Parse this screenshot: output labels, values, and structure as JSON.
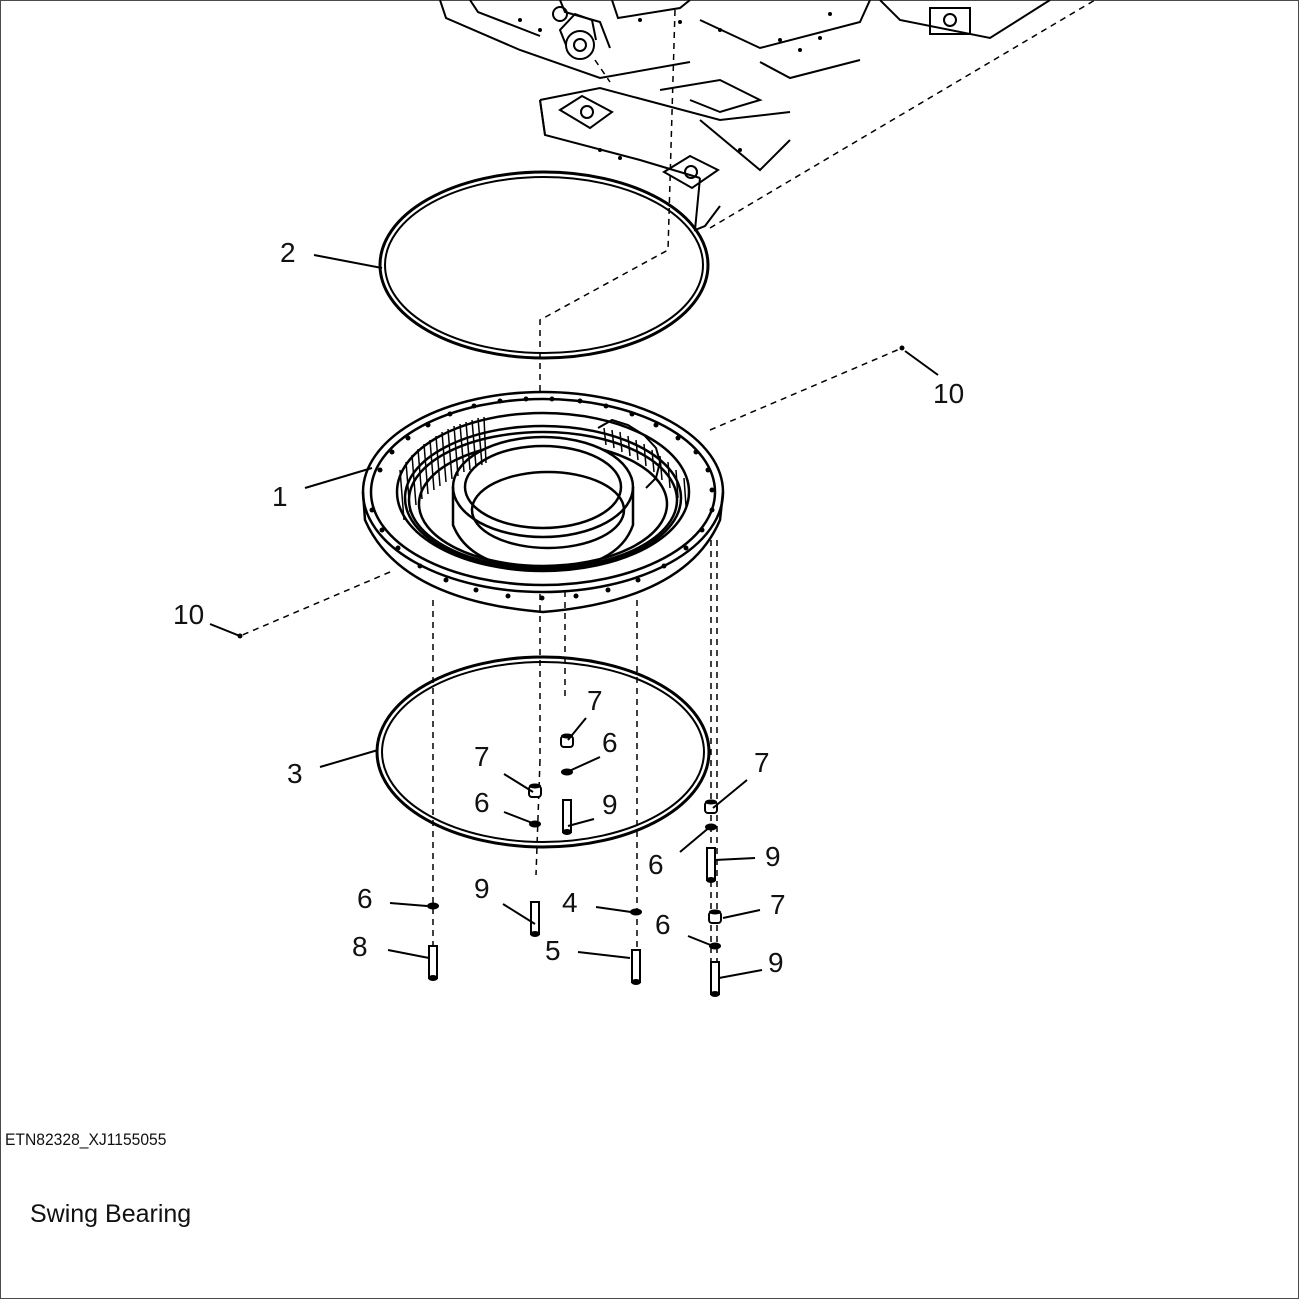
{
  "figure": {
    "reference_id": "ETN82328_XJ1155055",
    "caption": "Swing Bearing"
  },
  "callouts": [
    {
      "key": "c2",
      "text": "2"
    },
    {
      "key": "c10a",
      "text": "10"
    },
    {
      "key": "c1",
      "text": "1"
    },
    {
      "key": "c10b",
      "text": "10"
    },
    {
      "key": "c7a",
      "text": "7"
    },
    {
      "key": "c6a",
      "text": "6"
    },
    {
      "key": "c3",
      "text": "3"
    },
    {
      "key": "c7b",
      "text": "7"
    },
    {
      "key": "c6b",
      "text": "6"
    },
    {
      "key": "c9a",
      "text": "9"
    },
    {
      "key": "c7c",
      "text": "7"
    },
    {
      "key": "c6c",
      "text": "6"
    },
    {
      "key": "c9b",
      "text": "9"
    },
    {
      "key": "c6d",
      "text": "6"
    },
    {
      "key": "c9c",
      "text": "9"
    },
    {
      "key": "c4",
      "text": "4"
    },
    {
      "key": "c7d",
      "text": "7"
    },
    {
      "key": "c8",
      "text": "8"
    },
    {
      "key": "c5",
      "text": "5"
    },
    {
      "key": "c6e",
      "text": "6"
    },
    {
      "key": "c9d",
      "text": "9"
    }
  ]
}
